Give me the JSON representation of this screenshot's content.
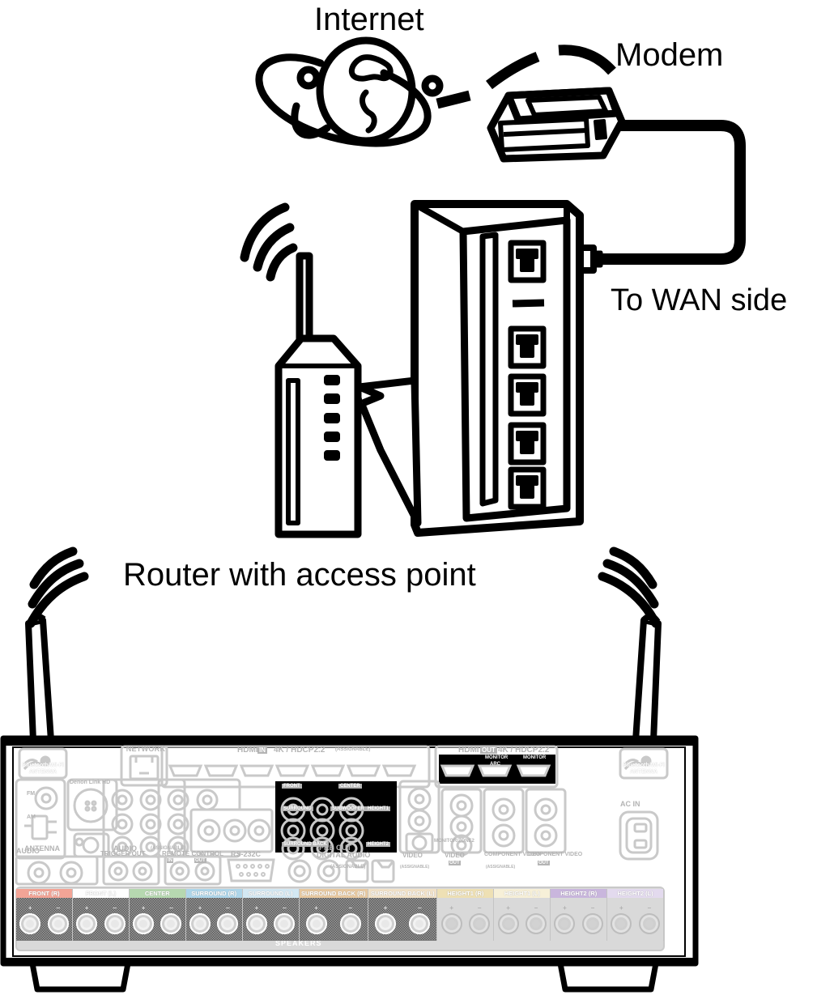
{
  "diagram": {
    "type": "network-connection-diagram",
    "title_labels": {
      "internet": "Internet",
      "modem": "Modem",
      "wan": "To WAN side",
      "router": "Router with access point"
    },
    "nodes": [
      {
        "id": "internet",
        "label": "Internet",
        "icon": "globe-orbit-icon"
      },
      {
        "id": "modem",
        "label": "Modem",
        "icon": "modem-icon"
      },
      {
        "id": "router",
        "label": "Router with access point",
        "icon": "router-icon"
      },
      {
        "id": "access-point",
        "label": "",
        "icon": "wireless-access-point-icon"
      },
      {
        "id": "receiver",
        "label": "",
        "icon": "av-receiver-rear-panel"
      }
    ],
    "connections": [
      {
        "from": "internet",
        "to": "modem",
        "style": "dashed-arc"
      },
      {
        "from": "modem",
        "to": "router",
        "style": "cable",
        "endpoint_label": "To WAN side",
        "connector": "rj45-plug"
      },
      {
        "from": "access-point",
        "to": "router",
        "style": "pointer"
      },
      {
        "from": "access-point",
        "to": "receiver",
        "style": "wireless"
      }
    ]
  },
  "receiver": {
    "brand_sections": {
      "antenna": "ANTENNA",
      "antenna_fm": "FM",
      "antenna_am": "AM",
      "denon_link": "Denon Link HD",
      "network": "NETWORK",
      "audio": "AUDIO",
      "audio_assignable": "(ASSIGNABLE)",
      "trigger_out": "TRIGGER OUT",
      "remote_control": "REMOTE CONTROL",
      "remote_in": "IN",
      "remote_out": "OUT",
      "rs232c": "RS-232C",
      "pre_out": "PRE OUT",
      "digital_audio": "DIGITAL AUDIO",
      "digital_audio_assignable": "(ASSIGNABLE)",
      "video_in": "VIDEO",
      "video_in_sub": "IN",
      "video_in_assignable": "(ASSIGNABLE)",
      "video_out": "VIDEO",
      "video_out_sub": "OUT",
      "component_video_in": "COMPONENT VIDEO",
      "component_video_in_sub": "IN",
      "component_video_in_assignable": "(ASSIGNABLE)",
      "component_video_out": "COMPONENT VIDEO",
      "component_video_out_sub": "OUT",
      "hdmi_in": "HDMI",
      "hdmi_in_sub": "IN",
      "hdmi_in_spec": "4K / HDCP2.2",
      "hdmi_in_assignable": "(ASSIGNABLE)",
      "hdmi_out": "HDMI",
      "hdmi_out_sub": "OUT",
      "hdmi_out_spec": "4K / HDCP2.2",
      "hdmi_monitor": "MONITOR",
      "hdmi_arc": "ARC",
      "hdmi_monitor2": "MONITOR",
      "monitor_zone2": "MONITOR/ZONE2",
      "zone2": "ZONE2",
      "speakers": "SPEAKERS",
      "ac_in": "AC IN",
      "bt_wifi_antenna_line1": "Bluetooth/Wi-Fi",
      "bt_wifi_antenna_line2": "ANTENNA",
      "assignable_small": "ASSIGNABLE"
    },
    "pre_out_labels": [
      "FRONT",
      "CENTER",
      "SURROUND",
      "SUBWOOFER",
      "HEIGHT1",
      "SURROUND BACK",
      "HEIGHT2"
    ],
    "speaker_terminals": [
      {
        "label": "FRONT (R)",
        "color": "#f3a496"
      },
      {
        "label": "FRONT (L)",
        "color": "#ffffff"
      },
      {
        "label": "CENTER",
        "color": "#b6d8b0"
      },
      {
        "label": "SURROUND (R)",
        "color": "#aed6ea"
      },
      {
        "label": "SURROUND (L)",
        "color": "#d3e8f3"
      },
      {
        "label": "SURROUND BACK (R)",
        "color": "#e8c9a0"
      },
      {
        "label": "SURROUND BACK (L)",
        "color": "#f2e2c8"
      },
      {
        "label": "HEIGHT1 (R)",
        "color": "#eee0b4"
      },
      {
        "label": "HEIGHT1 (L)",
        "color": "#f7f0d8"
      },
      {
        "label": "HEIGHT2 (R)",
        "color": "#c9b6dd"
      },
      {
        "label": "HEIGHT2 (L)",
        "color": "#e3daee"
      }
    ],
    "polarity": {
      "plus": "+",
      "minus": "−"
    }
  },
  "colors": {
    "ink": "#000000",
    "panel_fill": "#ffffff",
    "panel_gray": "#c9c9c9",
    "panel_light": "#d9d9d9",
    "label_gray": "#b4b4b4"
  }
}
